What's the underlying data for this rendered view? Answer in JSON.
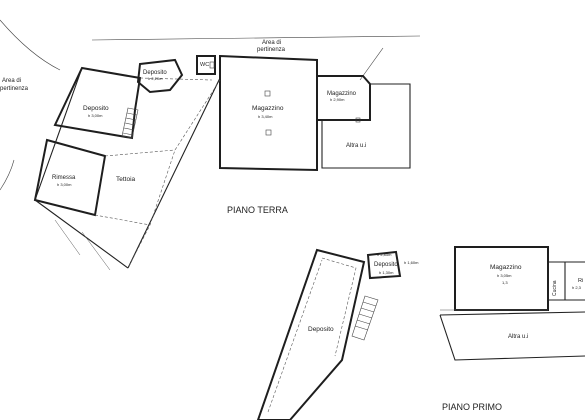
{
  "ground_floor": {
    "title": "PIANO TERRA",
    "labels": {
      "area_di_left_1": "Area di",
      "area_di_left_2": "pertinenza",
      "area_di_top_1": "Area di",
      "area_di_top_2": "pertinenza",
      "deposito_small": "Deposito",
      "deposito_small_h": "h 2,20m",
      "wc": "WC",
      "deposito_large": "Deposito",
      "deposito_large_h": "h 3,00m",
      "rimessa": "Rimessa",
      "rimessa_h": "h 3,00m",
      "tettoia": "Tettoia",
      "magazzino_main": "Magazzino",
      "magazzino_main_h": "h 3,40m",
      "magazzino_small": "Magazzino",
      "magazzino_small_h": "h 2,90m",
      "altra_ui": "Altra u.i"
    }
  },
  "first_floor": {
    "title": "PIANO PRIMO",
    "labels": {
      "deposito_top": "Deposito",
      "deposito_top_h1": "h 2,85m",
      "deposito_top_h2": "h 1,30m",
      "deposito_top_h3": "h 1,60m",
      "deposito_main": "Deposito",
      "magazzino": "Magazzino",
      "magazzino_h": "h 3,05m",
      "magazzino_sub": "1,3",
      "cucina": "Cucina",
      "ri": "Ri",
      "ri_h": "h 2,3",
      "altra_ui": "Altra u.i"
    }
  }
}
